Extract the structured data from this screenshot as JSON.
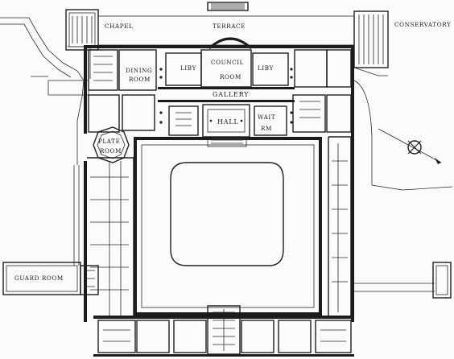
{
  "labels": {
    "chapel": "CHAPEL",
    "terrace": "TERRACE",
    "conservatory": "CONSERVATORY",
    "dining_1": "DINING",
    "dining_2": "ROOM",
    "library_left": "LIBY",
    "council_1": "COUNCIL",
    "council_2": "ROOM",
    "library_right": "LIBY",
    "gallery": "GALLERY",
    "hall": "HALL",
    "wait_1": "WAIT",
    "wait_2": "RM",
    "plate_1": "PLATE",
    "plate_2": "ROOM",
    "guard_room": "GUARD ROOM"
  },
  "colors": {
    "paper": "#fbfbf9",
    "ink": "#1c1c1c"
  },
  "icons": {
    "north_arrow": "compass-rose-icon"
  }
}
